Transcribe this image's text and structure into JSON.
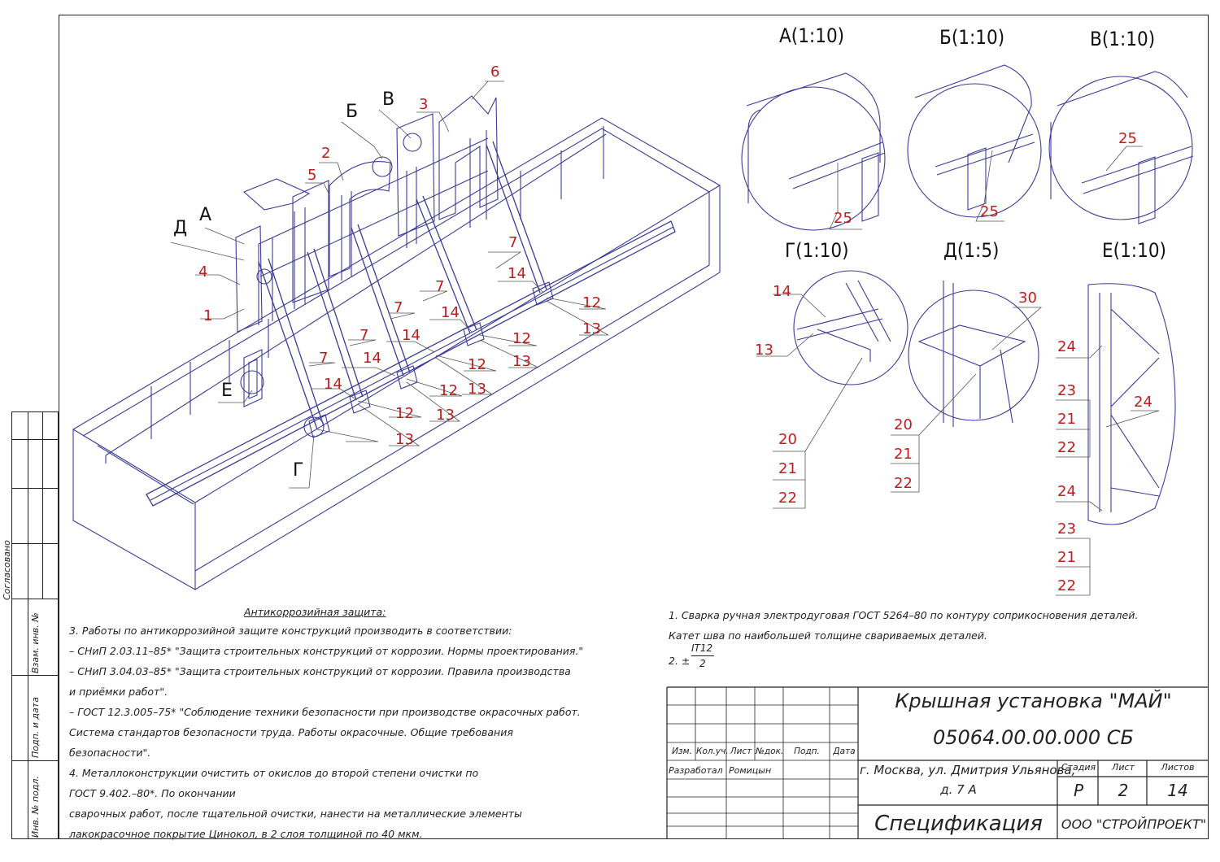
{
  "main_view": {
    "callouts": [
      "А",
      "Б",
      "В",
      "Д",
      "Е",
      "Г"
    ],
    "part_labels": [
      {
        "n": "6"
      },
      {
        "n": "3"
      },
      {
        "n": "2"
      },
      {
        "n": "5"
      },
      {
        "n": "4"
      },
      {
        "n": "1"
      },
      {
        "n": "7"
      },
      {
        "n": "7"
      },
      {
        "n": "7"
      },
      {
        "n": "7"
      },
      {
        "n": "7"
      },
      {
        "n": "14"
      },
      {
        "n": "14"
      },
      {
        "n": "14"
      },
      {
        "n": "14"
      },
      {
        "n": "14"
      },
      {
        "n": "12"
      },
      {
        "n": "12"
      },
      {
        "n": "12"
      },
      {
        "n": "12"
      },
      {
        "n": "12"
      },
      {
        "n": "13"
      },
      {
        "n": "13"
      },
      {
        "n": "13"
      },
      {
        "n": "13"
      },
      {
        "n": "13"
      }
    ]
  },
  "detail_views": [
    {
      "title": "А(1:10)",
      "labels": [
        "25"
      ]
    },
    {
      "title": "Б(1:10)",
      "labels": [
        "25"
      ]
    },
    {
      "title": "В(1:10)",
      "labels": [
        "25"
      ]
    },
    {
      "title": "Г(1:10)",
      "labels": [
        "14",
        "13",
        "20",
        "21",
        "22"
      ]
    },
    {
      "title": "Д(1:5)",
      "labels": [
        "30",
        "20",
        "21",
        "22"
      ]
    },
    {
      "title": "Е(1:10)",
      "labels": [
        "24",
        "23",
        "21",
        "22",
        "24",
        "24",
        "23",
        "21",
        "22"
      ]
    }
  ],
  "notes_left": {
    "heading": "Антикоррозийная защита:",
    "lines": [
      "3. Работы по антикоррозийной защите конструкций производить в соответствии:",
      "– СНиП 2.03.11–85* \"Защита строительных конструкций от коррозии. Нормы проектирования.\"",
      "– СНиП 3.04.03–85* \"Защита строительных конструкций от коррозии. Правила производства",
      "и приёмки работ\".",
      "– ГОСТ 12.3.005–75* \"Соблюдение техники безопасности при производстве окрасочных работ.",
      "Система стандартов безопасности труда. Работы окрасочные. Общие требования",
      "безопасности\".",
      "4. Металлоконструкции очистить от окислов до второй степени очистки по",
      "ГОСТ 9.402.–80*. По окончании",
      "сварочных работ, после тщательной очистки, нанести на металлические элементы",
      "лакокрасочное покрытие Цинокол, в 2 слоя толщиной по 40 мкм."
    ]
  },
  "notes_right": {
    "line1": "1. Сварка ручная электродуговая ГОСТ 5264–80 по контуру соприкосновения деталей.",
    "line2": "Катет шва по наибольшей толщине свариваемых деталей.",
    "tol_prefix": "2. ±",
    "tol_num": "IT12",
    "tol_den": "2"
  },
  "title_block": {
    "object_name": "Крышная установка \"МАЙ\"",
    "doc_code": "05064.00.00.000 СБ",
    "address_line1": "г. Москва, ул. Дмитрия Ульянова,",
    "address_line2": "д. 7 А",
    "sheet_title": "Спецификация",
    "company": "ООО \"СТРОЙПРОЕКТ\"",
    "headers": {
      "izm": "Изм.",
      "kol": "Кол.уч.",
      "list": "Лист",
      "ndok": "№док.",
      "podp": "Подп.",
      "data": "Дата"
    },
    "developed_label": "Разработал",
    "developer": "Ромицын",
    "stage_label": "Стадия",
    "sheet_label": "Лист",
    "sheets_label": "Листов",
    "stage": "Р",
    "sheet": "2",
    "sheets": "14"
  },
  "side_stamp": [
    "Согласовано",
    "Взам. инв. №",
    "Подп. и дата",
    "Инв. № подл."
  ]
}
